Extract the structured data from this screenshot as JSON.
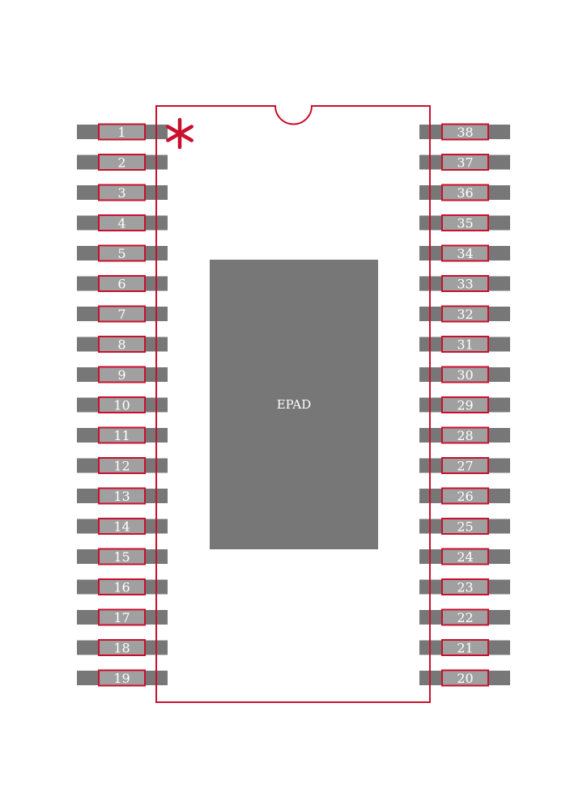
{
  "colors": {
    "body_outline": "#c8102e",
    "pad_dark": "#777777",
    "pad_light": "#a0a0a0",
    "pad_outline": "#c8102e",
    "epad_fill": "#777777",
    "label_text": "#ffffff",
    "marker": "#c8102e"
  },
  "footprint": {
    "epad_label": "EPAD",
    "pin1_marker": "*",
    "left_pins": [
      "1",
      "2",
      "3",
      "4",
      "5",
      "6",
      "7",
      "8",
      "9",
      "10",
      "11",
      "12",
      "13",
      "14",
      "15",
      "16",
      "17",
      "18",
      "19"
    ],
    "right_pins": [
      "38",
      "37",
      "36",
      "35",
      "34",
      "33",
      "32",
      "31",
      "30",
      "29",
      "28",
      "27",
      "26",
      "25",
      "24",
      "23",
      "22",
      "21",
      "20"
    ]
  }
}
